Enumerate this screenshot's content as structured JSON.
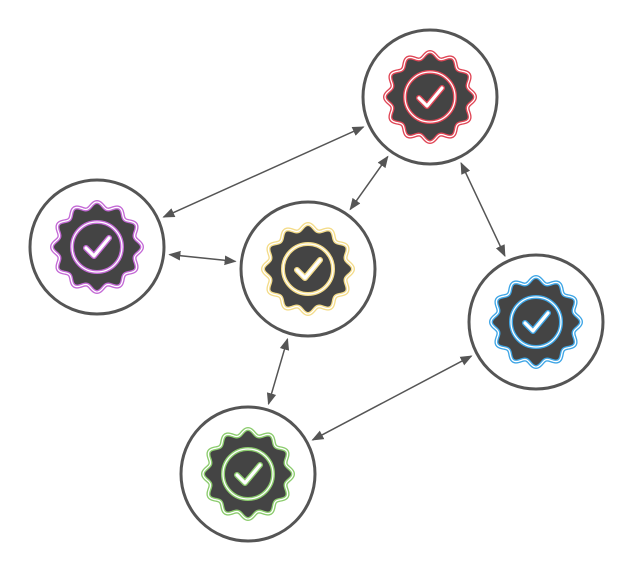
{
  "diagram": {
    "node_fill": "#444444",
    "ring_stroke": "#555555",
    "edge_color": "#555555",
    "nodes": [
      {
        "id": "red",
        "icon": "verified-badge-check-icon",
        "accent": "#e04656"
      },
      {
        "id": "purple",
        "icon": "verified-badge-check-icon",
        "accent": "#c46ad6"
      },
      {
        "id": "yellow",
        "icon": "verified-badge-check-icon",
        "accent": "#f4dc8a"
      },
      {
        "id": "blue",
        "icon": "verified-badge-check-icon",
        "accent": "#3fa6e6"
      },
      {
        "id": "green",
        "icon": "verified-badge-check-icon",
        "accent": "#8ccc6e"
      }
    ],
    "edges": [
      {
        "from": "red",
        "to": "purple",
        "direction": "both"
      },
      {
        "from": "red",
        "to": "yellow",
        "direction": "both"
      },
      {
        "from": "red",
        "to": "blue",
        "direction": "both"
      },
      {
        "from": "purple",
        "to": "yellow",
        "direction": "both"
      },
      {
        "from": "yellow",
        "to": "green",
        "direction": "both"
      },
      {
        "from": "green",
        "to": "blue",
        "direction": "both"
      }
    ]
  }
}
